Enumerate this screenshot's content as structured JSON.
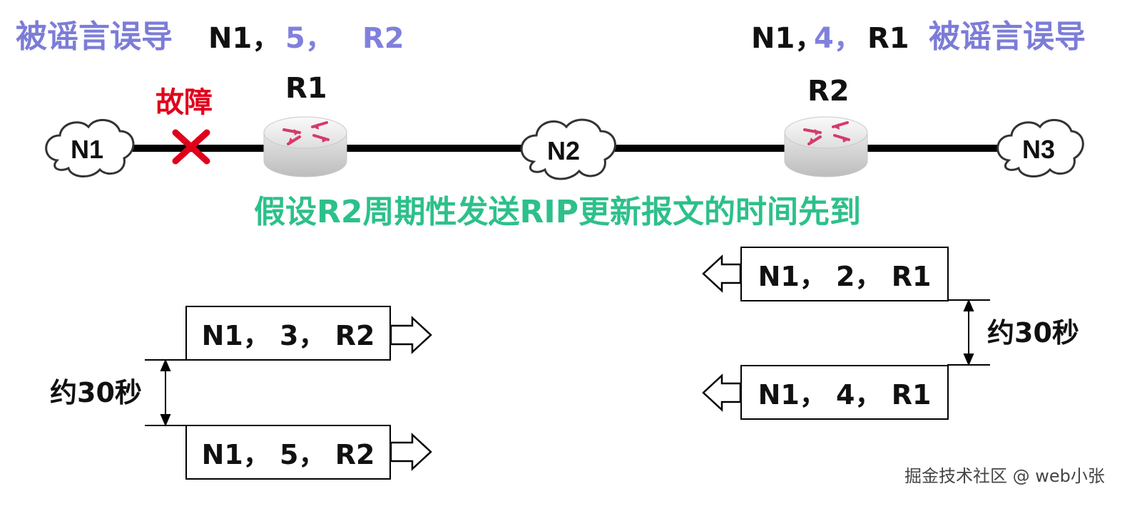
{
  "colors": {
    "misled": "#7c7cd8",
    "route_text": "#111111",
    "purple_value": "#8080dd",
    "fault": "#e0001b",
    "caption": "#2dc08a",
    "line": "#000000",
    "router_arrows": "#d63a6a"
  },
  "top_left": {
    "misled": "被谣言误导",
    "route_dest": "N1，",
    "route_metric": "5，",
    "route_next_hop": "R2"
  },
  "top_right": {
    "route_dest": "N1，",
    "route_metric": "4，",
    "route_next_hop": "R1",
    "misled": "被谣言误导"
  },
  "topology": {
    "fault_label": "故障",
    "fault_icon": "red-x-icon",
    "routers": [
      {
        "label": "R1",
        "icon": "router-icon"
      },
      {
        "label": "R2",
        "icon": "router-icon"
      }
    ],
    "networks": [
      {
        "label": "N1",
        "icon": "cloud-icon"
      },
      {
        "label": "N2",
        "icon": "cloud-icon"
      },
      {
        "label": "N3",
        "icon": "cloud-icon"
      }
    ]
  },
  "caption": "假设R2周期性发送RIP更新报文的时间先到",
  "left_packets": [
    {
      "text": "N1， 3， R2"
    },
    {
      "text": "N1， 5， R2"
    }
  ],
  "left_interval": "约30秒",
  "right_packets": [
    {
      "text": "N1， 2， R1"
    },
    {
      "text": "N1， 4， R1"
    }
  ],
  "right_interval": "约30秒",
  "watermark": "掘金技术社区 @ web小张"
}
